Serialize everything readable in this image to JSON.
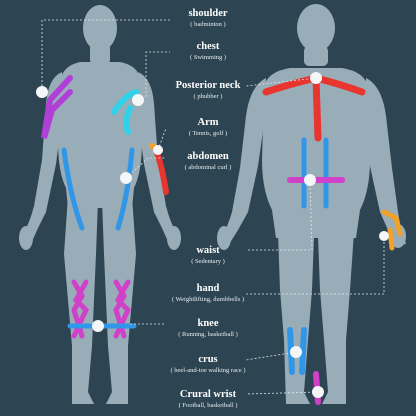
{
  "labels": [
    {
      "key": "shoulder",
      "title": "shoulder",
      "sub": "( badminton )"
    },
    {
      "key": "chest",
      "title": "chest",
      "sub": "( Swimming )"
    },
    {
      "key": "neck",
      "title": "Posterior neck",
      "sub": "( phubber )"
    },
    {
      "key": "arm",
      "title": "Arm",
      "sub": "( Tennis, golf )"
    },
    {
      "key": "abdomen",
      "title": "abdomen",
      "sub": "( abdominal curl )"
    },
    {
      "key": "waist",
      "title": "waist",
      "sub": "( Sedentary )"
    },
    {
      "key": "hand",
      "title": "hand",
      "sub": "( Weightlifting, dumbbells )"
    },
    {
      "key": "knee",
      "title": "knee",
      "sub": "( Running, basketball )"
    },
    {
      "key": "crus",
      "title": "crus",
      "sub": "( heel-and-toe walking race )"
    },
    {
      "key": "wrist",
      "title": "Crural wrist",
      "sub": "( Football, basketball )"
    }
  ],
  "colors": {
    "background": "#2d4552",
    "body": "#99adb8",
    "muscle_purple": "#b03fd8",
    "muscle_cyan": "#2fd2ea",
    "muscle_blue": "#3096e8",
    "muscle_red": "#e8352e",
    "muscle_magenta": "#d040c8",
    "muscle_orange": "#f2a22a",
    "leader_line": "#dfe6ea",
    "hotspot": "#f4f6f7"
  }
}
